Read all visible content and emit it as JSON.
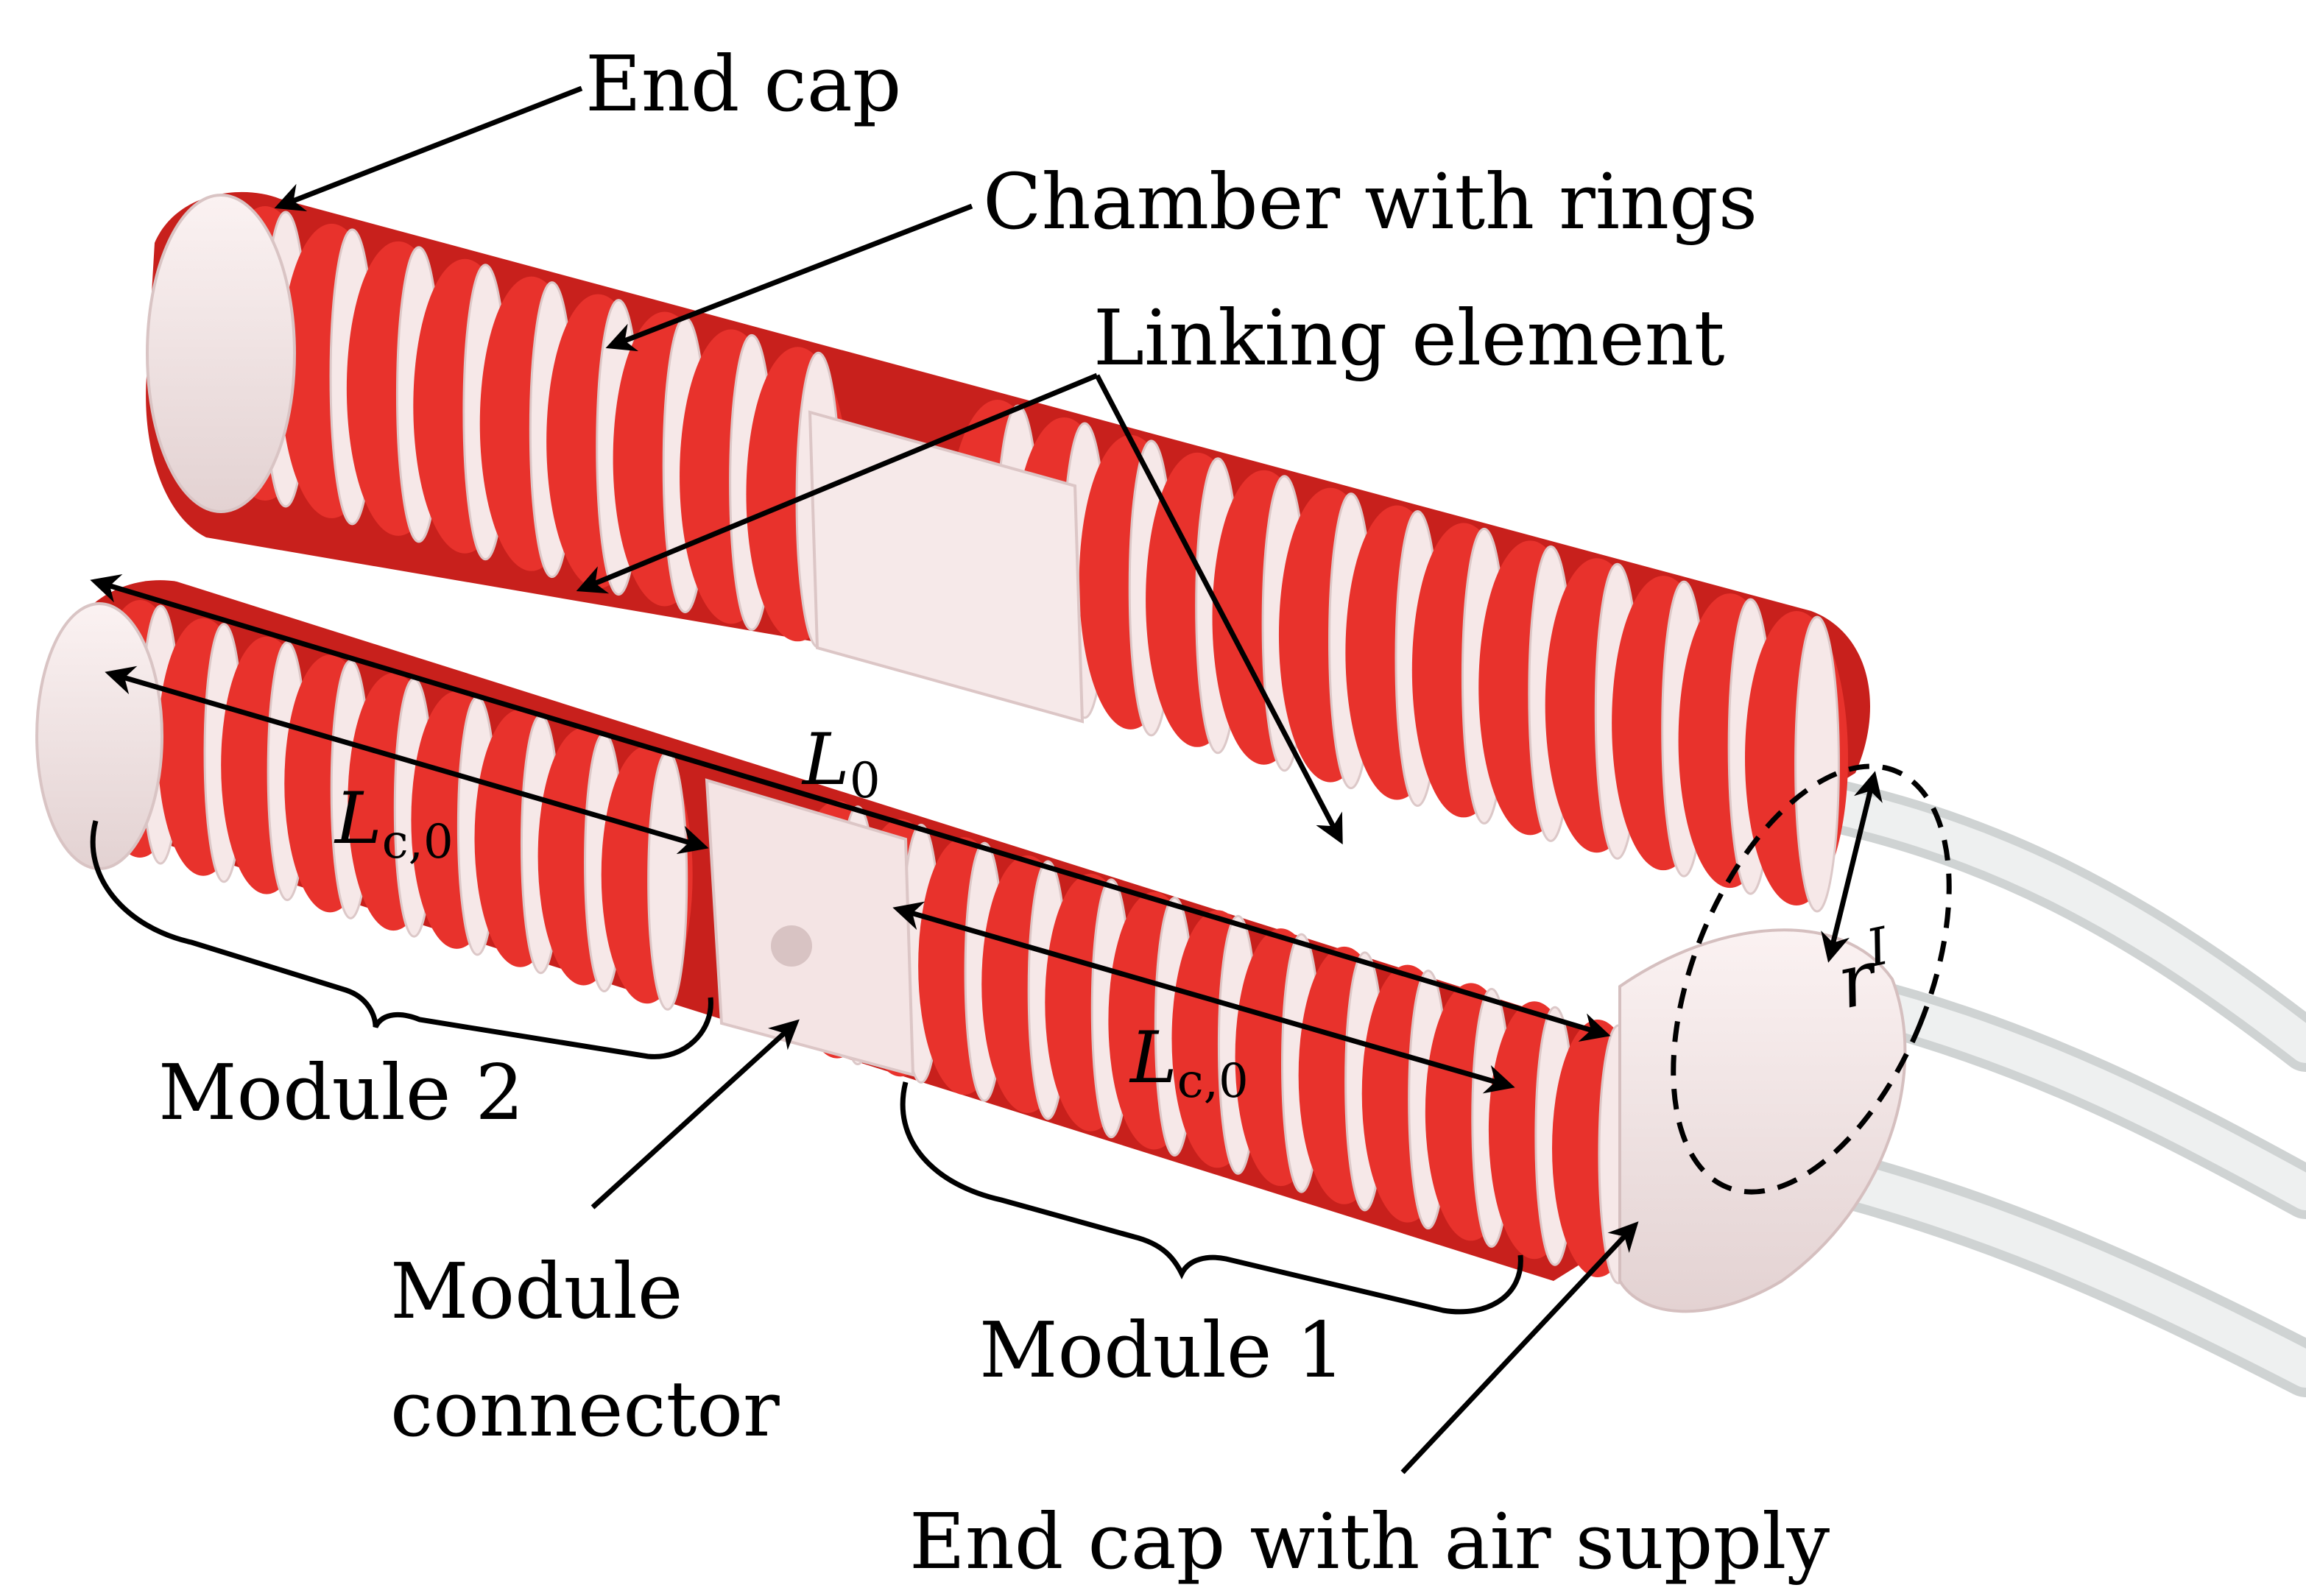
{
  "labels": {
    "end_cap": "End cap",
    "chamber_with_rings": "Chamber with rings",
    "linking_element": "Linking element",
    "module_2": "Module 2",
    "module_1": "Module 1",
    "module_connector_line1": "Module",
    "module_connector_line2": "connector",
    "end_cap_air_supply": "End cap with air supply"
  },
  "math": {
    "total_length": {
      "base": "L",
      "sub": "0"
    },
    "chamber_length_1": {
      "base": "L",
      "sub": "c,0"
    },
    "chamber_length_2": {
      "base": "L",
      "sub": "c,0"
    },
    "radius": {
      "base": "r",
      "sup": "I"
    }
  },
  "colors": {
    "ring_red": "#e8322c",
    "ring_red_dark": "#c41f1c",
    "body_white": "#f7ecec",
    "body_shade": "#e6d6d6",
    "tube": "#e9eaea",
    "ink": "#000000"
  },
  "icons": {
    "arrowhead": "arrowhead-icon",
    "brace": "curly-brace-icon",
    "dashed_ellipse": "dashed-ellipse-icon"
  }
}
